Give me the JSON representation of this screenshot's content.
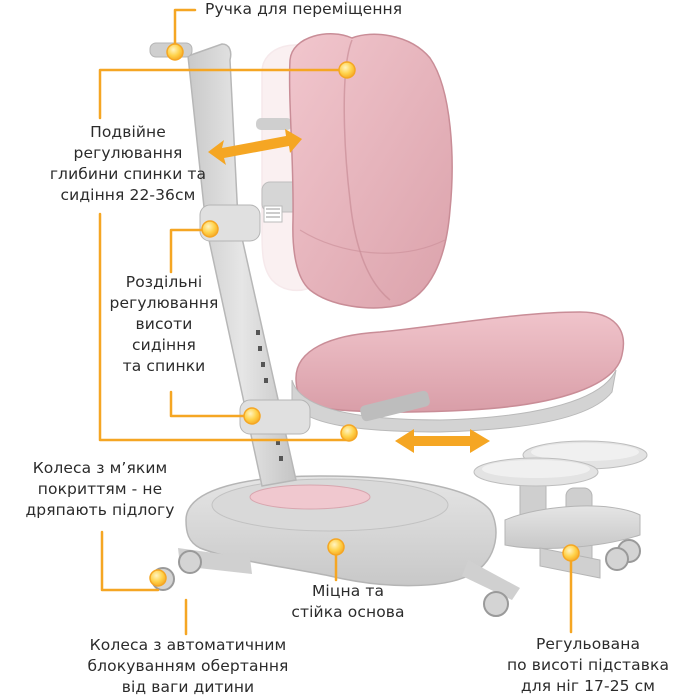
{
  "labels": {
    "handle": "Ручка для переміщення",
    "depth": [
      "Подвійне",
      "регулювання",
      "глибини спинки та",
      "сидіння 22-36см"
    ],
    "height": [
      "Роздільні",
      "регулювання",
      "висоти",
      "сидіння",
      "та спинки"
    ],
    "wheels_soft": [
      "Колеса з м’яким",
      "покриттям - не",
      "дряпають підлогу"
    ],
    "base": [
      "Міцна та",
      "стійка основа"
    ],
    "wheels_lock": [
      "Колеса з автоматичним",
      "блокуванням обертання",
      "від ваги дитини"
    ],
    "footrest": [
      "Регульована",
      "по висоті підставка",
      "для ніг 17-25 см"
    ]
  },
  "colors": {
    "accent": "#f5a623",
    "pink": "#e8b4bc",
    "gray": "#d9d9d9",
    "text": "#2b2b2b"
  },
  "icons": [
    "highlight-dot-icon",
    "double-arrow-icon"
  ]
}
